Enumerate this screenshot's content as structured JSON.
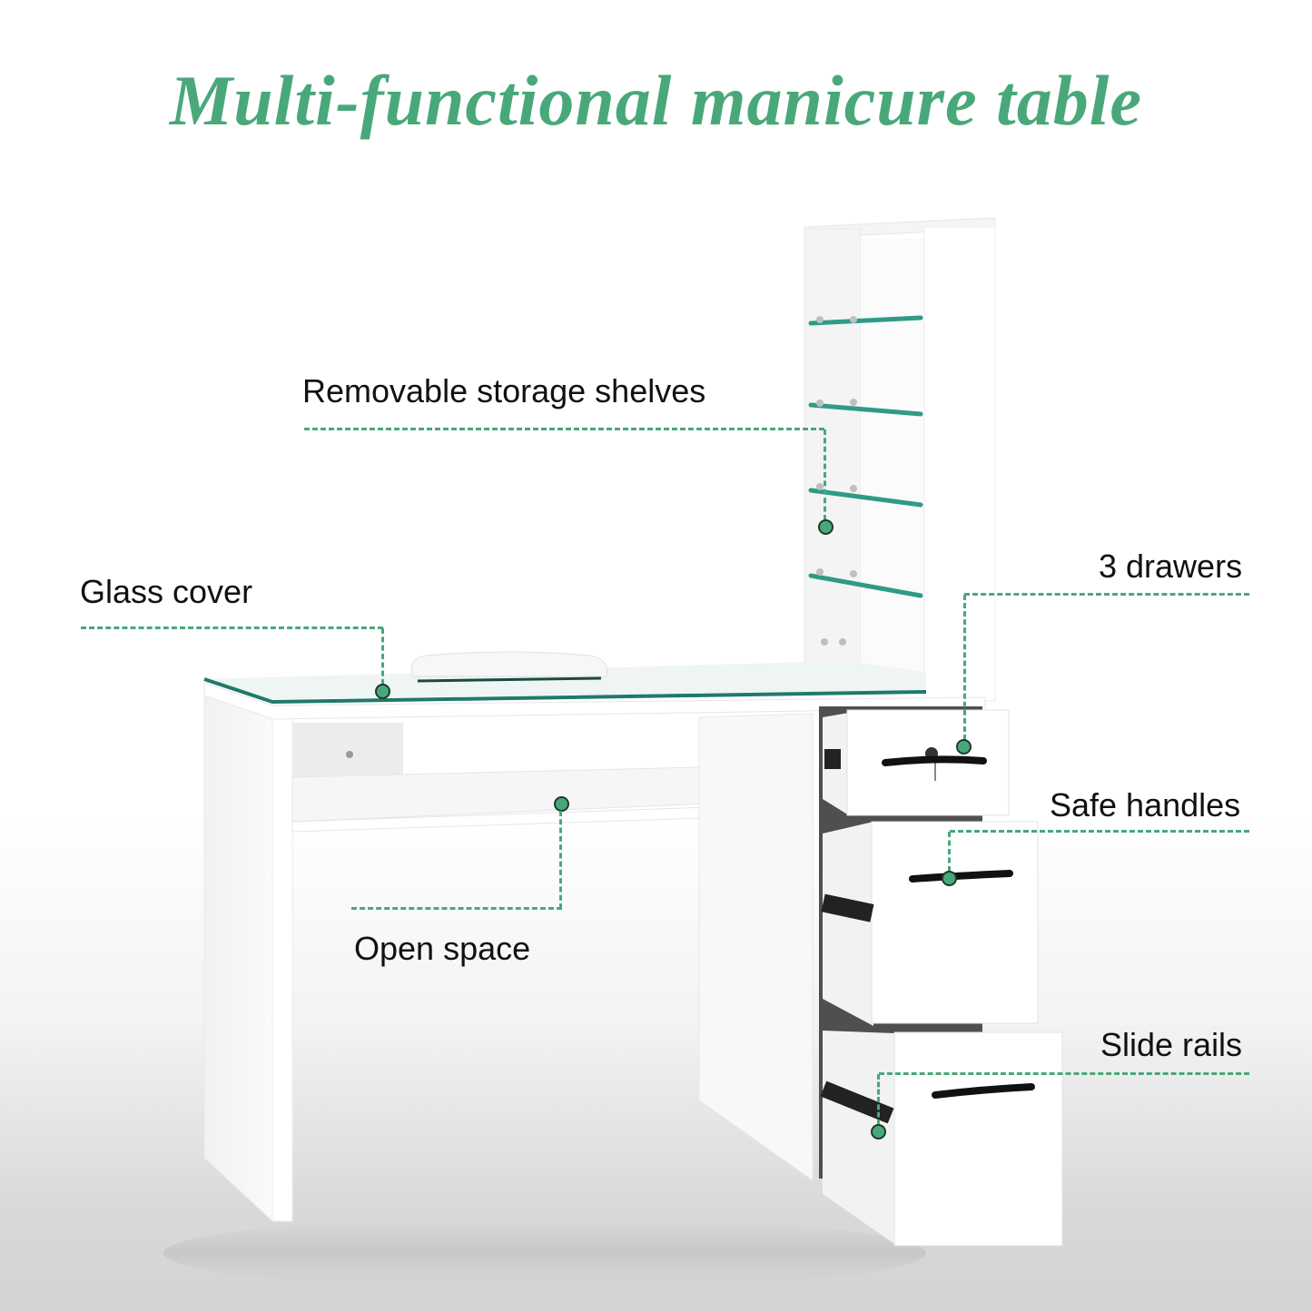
{
  "title": "Multi-functional manicure table",
  "colors": {
    "accent": "#49a87a",
    "glass_edge": "#1f7a6a",
    "text": "#111111",
    "background": "#ffffff"
  },
  "callouts": [
    {
      "id": "shelves",
      "label": "Removable storage shelves"
    },
    {
      "id": "glass",
      "label": "Glass cover"
    },
    {
      "id": "drawers",
      "label": "3 drawers"
    },
    {
      "id": "handles",
      "label": "Safe handles"
    },
    {
      "id": "open",
      "label": "Open space"
    },
    {
      "id": "rails",
      "label": "Slide rails"
    }
  ],
  "product": {
    "name": "manicure table",
    "shelf_count": 4,
    "drawer_count": 3
  }
}
